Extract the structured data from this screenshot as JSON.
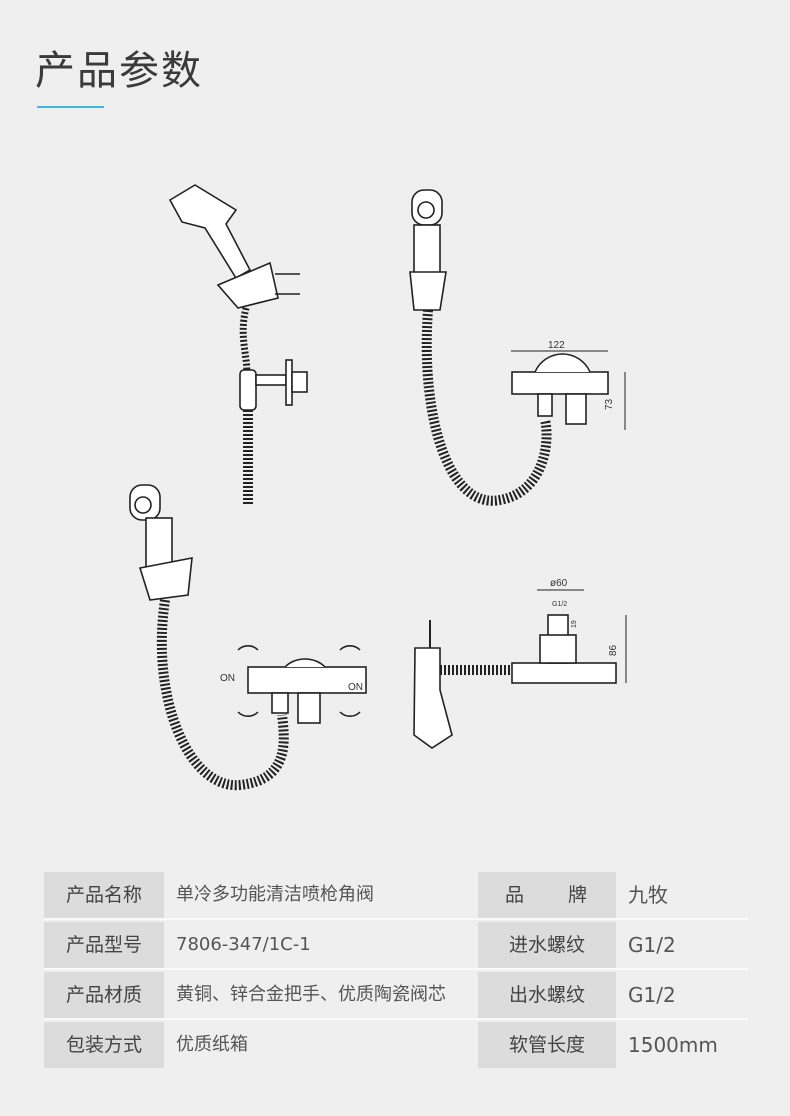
{
  "page": {
    "title": "产品参数"
  },
  "diagram": {
    "labels": {
      "on_left": "ON",
      "on_right": "ON",
      "dim_width": "122",
      "dim_height": "73",
      "dim_diameter": "ø60",
      "dim_thread": "G1/2",
      "dim_19": "19",
      "dim_86": "86"
    }
  },
  "specs": {
    "rows": [
      {
        "k1": "产品名称",
        "v1": "单冷多功能清洁喷枪角阀",
        "k2": "品　　牌",
        "v2": "九牧"
      },
      {
        "k1": "产品型号",
        "v1": "7806-347/1C-1",
        "k2": "进水螺纹",
        "v2": "G1/2"
      },
      {
        "k1": "产品材质",
        "v1": "黄铜、锌合金把手、优质陶瓷阀芯",
        "k2": "出水螺纹",
        "v2": "G1/2"
      },
      {
        "k1": "包装方式",
        "v1": "优质纸箱",
        "k2": "软管长度",
        "v2": "1500mm"
      }
    ]
  }
}
